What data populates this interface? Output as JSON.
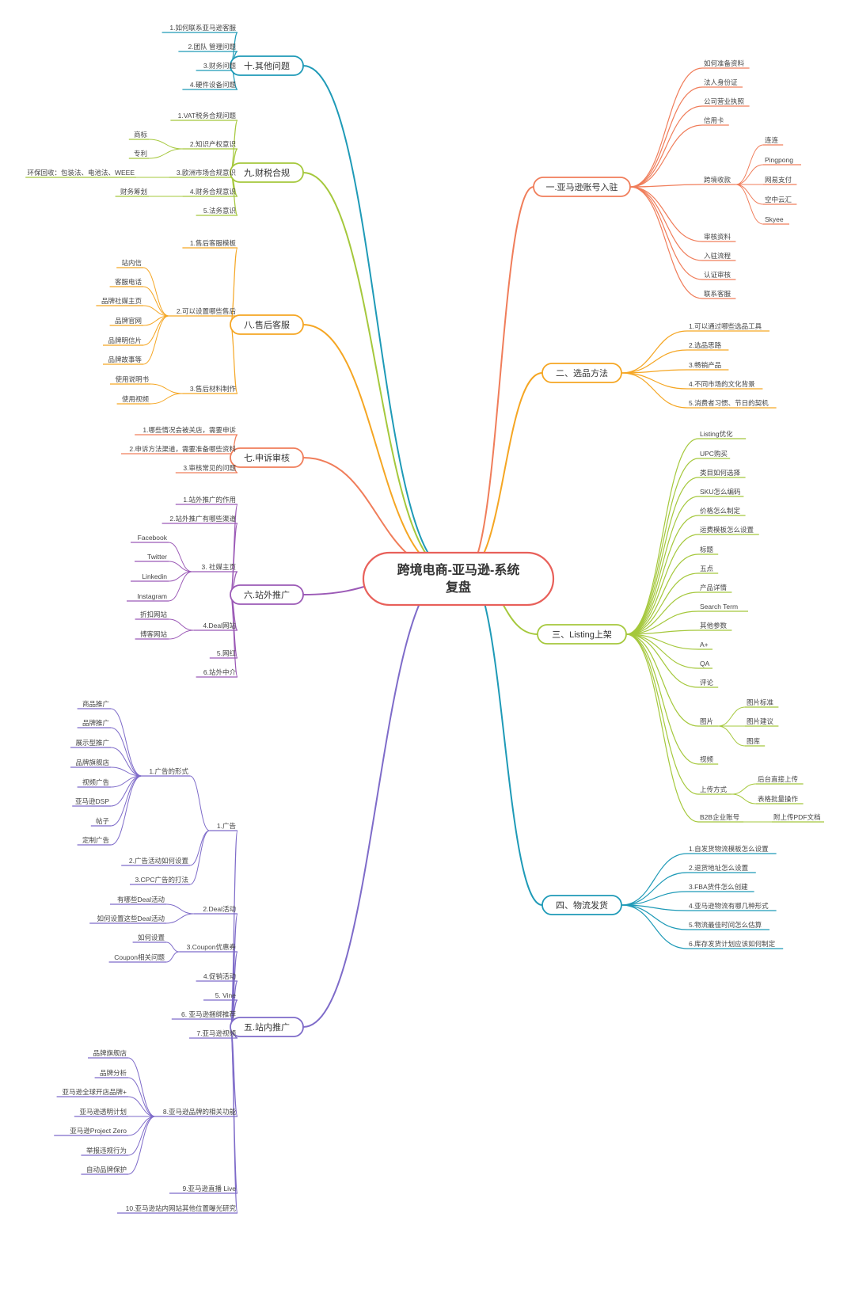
{
  "center": {
    "line1": "跨境电商-亚马逊-系统",
    "line2": "复盘",
    "color": "#e8605a"
  },
  "branches": [
    {
      "id": "b1",
      "label": "一.亚马逊账号入驻",
      "color": "#f07d5a",
      "side": "right",
      "children": [
        {
          "label": "如何准备资料"
        },
        {
          "label": "法人身份证"
        },
        {
          "label": "公司营业执照"
        },
        {
          "label": "信用卡"
        },
        {
          "label": "跨境收款",
          "children": [
            {
              "label": "连连"
            },
            {
              "label": "Pingpong"
            },
            {
              "label": "网易支付"
            },
            {
              "label": "空中云汇"
            },
            {
              "label": "Skyee"
            }
          ]
        },
        {
          "label": "审核资料"
        },
        {
          "label": "入驻流程"
        },
        {
          "label": "认证审核"
        },
        {
          "label": "联系客服"
        }
      ]
    },
    {
      "id": "b2",
      "label": "二、选品方法",
      "color": "#f5a623",
      "side": "right",
      "children": [
        {
          "label": "1.可以通过哪些选品工具"
        },
        {
          "label": "2.选品思路"
        },
        {
          "label": "3.畅销产品"
        },
        {
          "label": "4.不同市场的文化背景"
        },
        {
          "label": "5.消费者习惯、节日的契机"
        }
      ]
    },
    {
      "id": "b3",
      "label": "三、Listing上架",
      "color": "#a5c83c",
      "side": "right",
      "children": [
        {
          "label": "Listing优化"
        },
        {
          "label": "UPC购买"
        },
        {
          "label": "类目如何选择"
        },
        {
          "label": "SKU怎么编码"
        },
        {
          "label": "价格怎么制定"
        },
        {
          "label": "运费模板怎么设置"
        },
        {
          "label": "标题"
        },
        {
          "label": "五点"
        },
        {
          "label": "产品详情"
        },
        {
          "label": "Search Term"
        },
        {
          "label": "其他参数"
        },
        {
          "label": "A+"
        },
        {
          "label": "QA"
        },
        {
          "label": "评论"
        },
        {
          "label": "图片",
          "children": [
            {
              "label": "图片标准"
            },
            {
              "label": "图片建议"
            },
            {
              "label": "图库"
            }
          ]
        },
        {
          "label": "视频"
        },
        {
          "label": "上传方式",
          "children": [
            {
              "label": "后台直接上传"
            },
            {
              "label": "表格批量操作"
            }
          ]
        },
        {
          "label": "B2B企业账号",
          "children": [
            {
              "label": "附上传PDF文档"
            }
          ]
        }
      ]
    },
    {
      "id": "b4",
      "label": "四、物流发货",
      "color": "#1e9ab7",
      "side": "right",
      "children": [
        {
          "label": "1.自发货物流模板怎么设置"
        },
        {
          "label": "2.退货地址怎么设置"
        },
        {
          "label": "3.FBA货件怎么创建"
        },
        {
          "label": "4.亚马逊物流有哪几种形式"
        },
        {
          "label": "5.物流最佳时间怎么估算"
        },
        {
          "label": "6.库存发货计划应该如何制定"
        }
      ]
    },
    {
      "id": "b10",
      "label": "十.其他问题",
      "color": "#1e9ab7",
      "side": "left",
      "children": [
        {
          "label": "1.如何联系亚马逊客服"
        },
        {
          "label": "2.团队 管理问题"
        },
        {
          "label": "3.财务问题"
        },
        {
          "label": "4.硬件设备问题"
        }
      ]
    },
    {
      "id": "b9",
      "label": "九.财税合规",
      "color": "#a5c83c",
      "side": "left",
      "children": [
        {
          "label": "1.VAT税务合规问题"
        },
        {
          "label": "2.知识产权意识",
          "children": [
            {
              "label": "商标"
            },
            {
              "label": "专利"
            }
          ]
        },
        {
          "label": "3.欧洲市场合规意识",
          "children": [
            {
              "label": "环保回收：包装法、电池法、WEEE"
            }
          ]
        },
        {
          "label": "4.财务合规意识",
          "children": [
            {
              "label": "财务筹划"
            }
          ]
        },
        {
          "label": "5.法务意识"
        }
      ]
    },
    {
      "id": "b8",
      "label": "八.售后客服",
      "color": "#f5a623",
      "side": "left",
      "children": [
        {
          "label": "1.售后客服模板"
        },
        {
          "label": "2.可以设置哪些售后",
          "children": [
            {
              "label": "站内信"
            },
            {
              "label": "客服电话"
            },
            {
              "label": "品牌社媒主页"
            },
            {
              "label": "品牌官网"
            },
            {
              "label": "品牌明信片"
            },
            {
              "label": "品牌故事等"
            }
          ]
        },
        {
          "label": "3.售后材料制作",
          "children": [
            {
              "label": "使用说明书"
            },
            {
              "label": "使用视频"
            }
          ]
        }
      ]
    },
    {
      "id": "b7",
      "label": "七.申诉审核",
      "color": "#f07d5a",
      "side": "left",
      "children": [
        {
          "label": "1.哪些情况会被关店，需要申诉"
        },
        {
          "label": "2.申诉方法渠道，需要准备哪些资料"
        },
        {
          "label": "3.审核常见的问题"
        }
      ]
    },
    {
      "id": "b6",
      "label": "六.站外推广",
      "color": "#9b59b6",
      "side": "left",
      "children": [
        {
          "label": "1.站外推广的作用"
        },
        {
          "label": "2.站外推广有哪些渠道"
        },
        {
          "label": "3. 社媒主页",
          "children": [
            {
              "label": "Facebook"
            },
            {
              "label": "Twitter"
            },
            {
              "label": "Linkedin"
            },
            {
              "label": "Instagram"
            }
          ]
        },
        {
          "label": "4.Deal网站",
          "children": [
            {
              "label": "折扣网站"
            },
            {
              "label": "博客网站"
            }
          ]
        },
        {
          "label": "5.网红"
        },
        {
          "label": "6.站外中介"
        }
      ]
    },
    {
      "id": "b5",
      "label": "五.站内推广",
      "color": "#7e6bc9",
      "side": "left",
      "children": [
        {
          "label": "1.广告",
          "children": [
            {
              "label": "1.广告的形式",
              "children": [
                {
                  "label": "商品推广"
                },
                {
                  "label": "品牌推广"
                },
                {
                  "label": "展示型推广"
                },
                {
                  "label": "品牌旗舰店"
                },
                {
                  "label": "视频广告"
                },
                {
                  "label": "亚马逊DSP"
                },
                {
                  "label": "帖子"
                },
                {
                  "label": "定制广告"
                }
              ]
            },
            {
              "label": "2.广告活动如何设置"
            },
            {
              "label": "3.CPC广告的打法"
            }
          ]
        },
        {
          "label": "2.Deal活动",
          "children": [
            {
              "label": "有哪些Deal活动"
            },
            {
              "label": "如何设置这些Deal活动"
            }
          ]
        },
        {
          "label": "3.Coupon优惠券",
          "children": [
            {
              "label": "如何设置"
            },
            {
              "label": "Coupon相关问题"
            }
          ]
        },
        {
          "label": "4.促销活动"
        },
        {
          "label": "5. Vine"
        },
        {
          "label": "6. 亚马逊捆绑推荐"
        },
        {
          "label": "7.亚马逊视频"
        },
        {
          "label": "8.亚马逊品牌的相关功能",
          "children": [
            {
              "label": "品牌旗舰店"
            },
            {
              "label": "品牌分析"
            },
            {
              "label": "亚马逊全球开店品牌+"
            },
            {
              "label": "亚马逊透明计划"
            },
            {
              "label": "亚马逊Project Zero"
            },
            {
              "label": "举报违规行为"
            },
            {
              "label": "自动品牌保护"
            }
          ]
        },
        {
          "label": "9.亚马逊直播 Live"
        },
        {
          "label": "10.亚马逊站内网站其他位置曝光研究"
        }
      ]
    }
  ]
}
